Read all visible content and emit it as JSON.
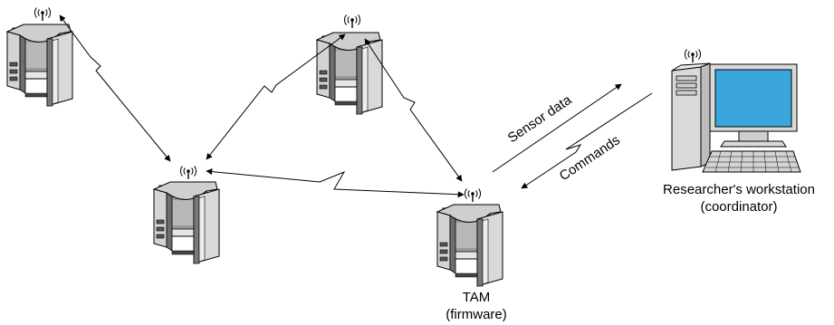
{
  "diagram": {
    "links": {
      "sensor_label": "Sensor data",
      "commands_label": "Commands"
    },
    "tam": {
      "name": "TAM",
      "sub": "(firmware)"
    },
    "workstation": {
      "name": "Researcher's workstation",
      "sub": "(coordinator)"
    },
    "node_count": 4,
    "icons": [
      "radio-antenna-icon",
      "sensor-node-icon",
      "computer-workstation-icon",
      "wireless-link-icon"
    ],
    "colors": {
      "line": "#000000",
      "node_face": "#d4d4d4",
      "node_dark": "#6e6e6e",
      "screen": "#3aa6dc",
      "case": "#d9d9d9"
    }
  }
}
